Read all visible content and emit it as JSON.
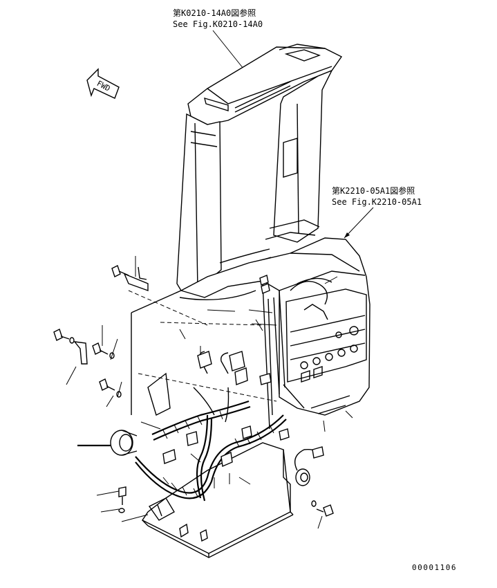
{
  "references": {
    "top": {
      "line1": "第K0210-14A0図参照",
      "line2": "See Fig.K0210-14A0"
    },
    "right": {
      "line1": "第K2210-05A1図参照",
      "line2": "See Fig.K2210-05A1"
    }
  },
  "fwd_label": "FWD",
  "drawing_number": "00001106"
}
